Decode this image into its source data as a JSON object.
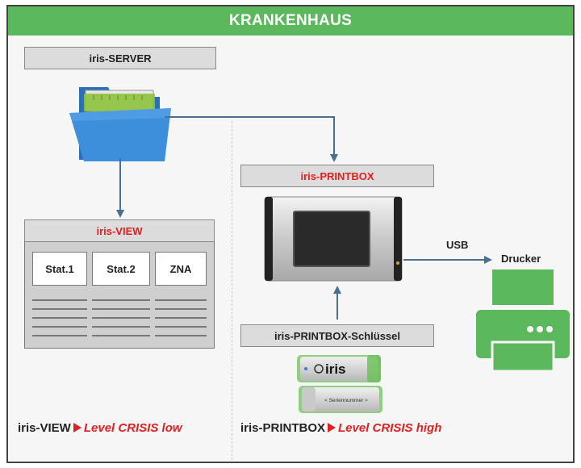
{
  "header": {
    "title": "KRANKENHAUS"
  },
  "server": {
    "label": "iris-SERVER"
  },
  "view": {
    "title": "iris-VIEW",
    "stations": [
      "Stat.1",
      "Stat.2",
      "ZNA"
    ]
  },
  "printbox": {
    "title": "iris-PRINTBOX"
  },
  "key": {
    "label": "iris-PRINTBOX-Schlüssel",
    "usb_brand": "iris",
    "serial": "< Seriennummer >"
  },
  "connection": {
    "usb_label": "USB"
  },
  "printer": {
    "label": "Drucker"
  },
  "footer": {
    "view_name": "iris-VIEW",
    "view_level": "Level CRISIS low",
    "printbox_name": "iris-PRINTBOX",
    "printbox_level": "Level CRISIS high"
  },
  "colors": {
    "accent_green": "#5cb85c",
    "arrow": "#4a6f90",
    "crisis_red": "#e02020"
  }
}
